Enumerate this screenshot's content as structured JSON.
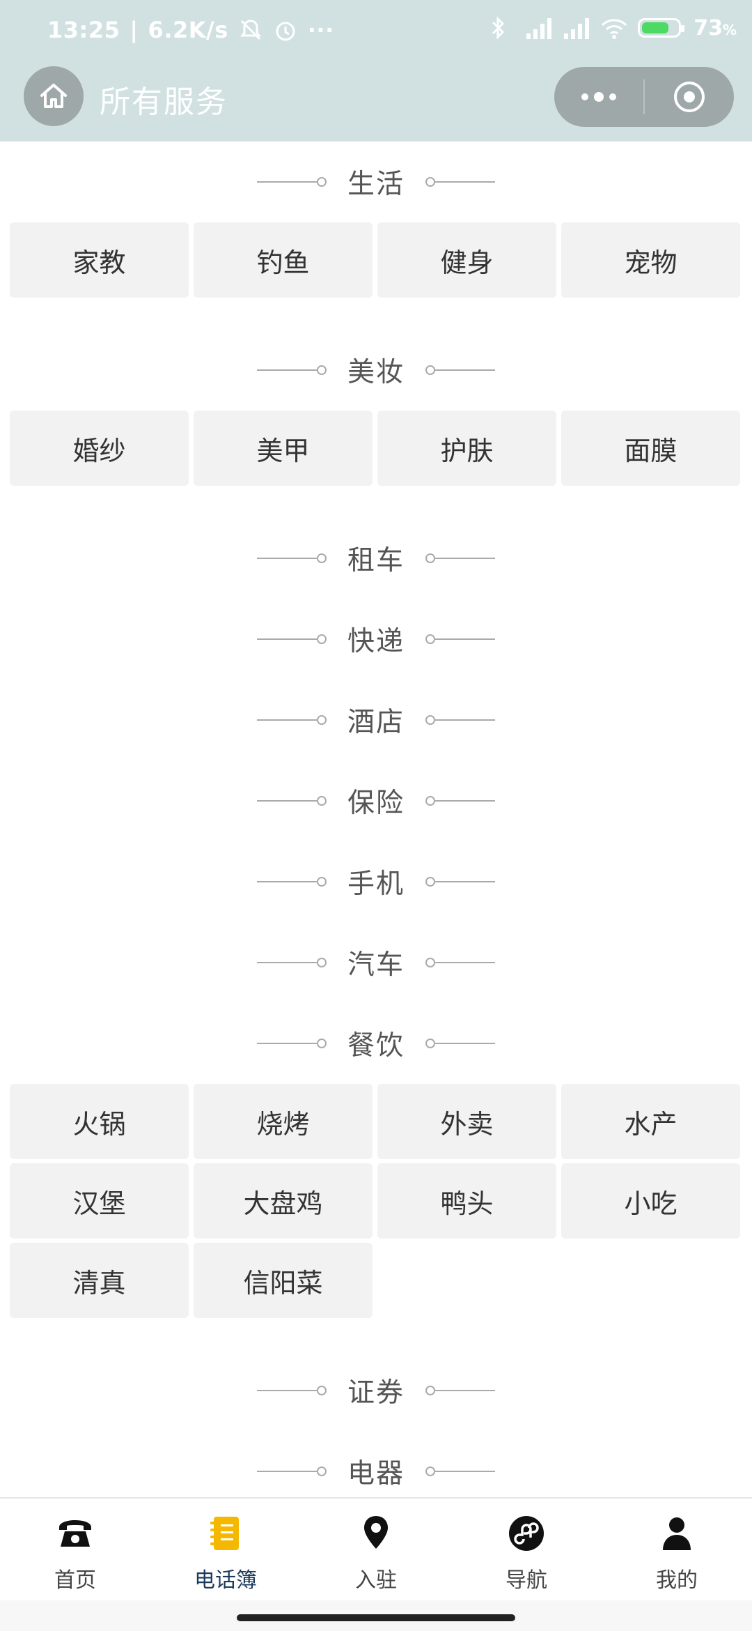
{
  "status_bar": {
    "time": "13:25",
    "speed": "6.2K/s",
    "more": "···",
    "battery_level": "73",
    "battery_unit": "%"
  },
  "header": {
    "title": "所有服务"
  },
  "sections": [
    {
      "title": "生活",
      "items": [
        "家教",
        "钓鱼",
        "健身",
        "宠物"
      ]
    },
    {
      "title": "美妆",
      "items": [
        "婚纱",
        "美甲",
        "护肤",
        "面膜"
      ]
    },
    {
      "title": "租车",
      "items": []
    },
    {
      "title": "快递",
      "items": []
    },
    {
      "title": "酒店",
      "items": []
    },
    {
      "title": "保险",
      "items": []
    },
    {
      "title": "手机",
      "items": []
    },
    {
      "title": "汽车",
      "items": []
    },
    {
      "title": "餐饮",
      "items": [
        "火锅",
        "烧烤",
        "外卖",
        "水产",
        "汉堡",
        "大盘鸡",
        "鸭头",
        "小吃",
        "清真",
        "信阳菜"
      ]
    },
    {
      "title": "证券",
      "items": []
    },
    {
      "title": "电器",
      "items": []
    }
  ],
  "tabbar": {
    "tabs": [
      {
        "label": "首页",
        "icon": "phone-icon"
      },
      {
        "label": "电话簿",
        "icon": "notebook-icon"
      },
      {
        "label": "入驻",
        "icon": "location-pin-icon"
      },
      {
        "label": "导航",
        "icon": "link-icon"
      },
      {
        "label": "我的",
        "icon": "user-icon"
      }
    ],
    "active_index": 1
  },
  "colors": {
    "header_bg": "#d1e1e1",
    "accent": "#f5b800",
    "active_label": "#1c3a5b"
  }
}
